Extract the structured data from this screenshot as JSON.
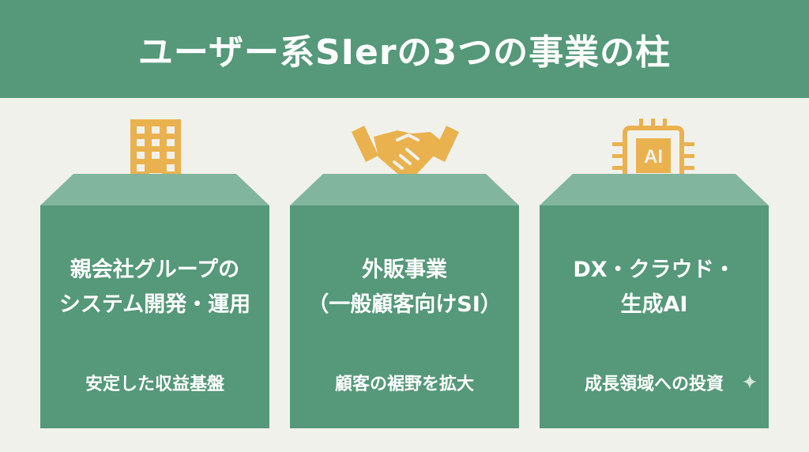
{
  "header": {
    "title": "ユーザー系SIerの3つの事業の柱"
  },
  "pillars": [
    {
      "icon": "building-icon",
      "label_lines": [
        "親会社グループの",
        "システム開発・運用"
      ],
      "sub": "安定した収益基盤"
    },
    {
      "icon": "handshake-icon",
      "label_lines": [
        "外販事業",
        "（一般顧客向けSI）"
      ],
      "sub": "顧客の裾野を拡大"
    },
    {
      "icon": "ai-chip-icon",
      "icon_text": "AI",
      "label_lines": [
        "DX・クラウド・",
        "生成AI"
      ],
      "sub": "成長領域への投資"
    }
  ],
  "colors": {
    "header_bg": "#55987a",
    "pillar_body": "#55987a",
    "pillar_cap": "#82b59d",
    "icon_gold": "#eab24e",
    "background": "#f1f1ec",
    "text": "#ffffff"
  }
}
